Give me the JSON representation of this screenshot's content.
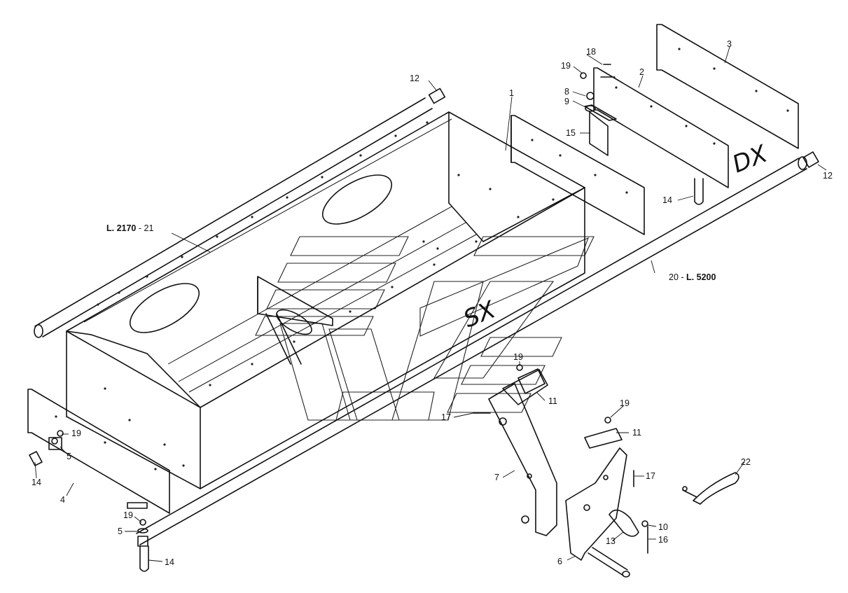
{
  "callouts": {
    "p1": "1",
    "p2": "2",
    "p3": "3",
    "p4": "4",
    "p5a": "5",
    "p5b": "5",
    "p6": "6",
    "p7": "7",
    "p8": "8",
    "p9": "9",
    "p10": "10",
    "p11a": "11",
    "p11b": "11",
    "p12a": "12",
    "p12b": "12",
    "p13": "13",
    "p14a": "14",
    "p14b": "14",
    "p14c": "14",
    "p15": "15",
    "p16": "16",
    "p17a": "17",
    "p17b": "17",
    "p18": "18",
    "p19a": "19",
    "p19b": "19",
    "p19c": "19",
    "p19d": "19",
    "p19e": "19",
    "p22": "22"
  },
  "dimensions": {
    "shaft_short_len": "L. 2170",
    "shaft_short_part": "- 21",
    "shaft_long_part": "20 -",
    "shaft_long_len": "L. 5200"
  },
  "side_marks": {
    "right": "DX",
    "left": "SX"
  }
}
